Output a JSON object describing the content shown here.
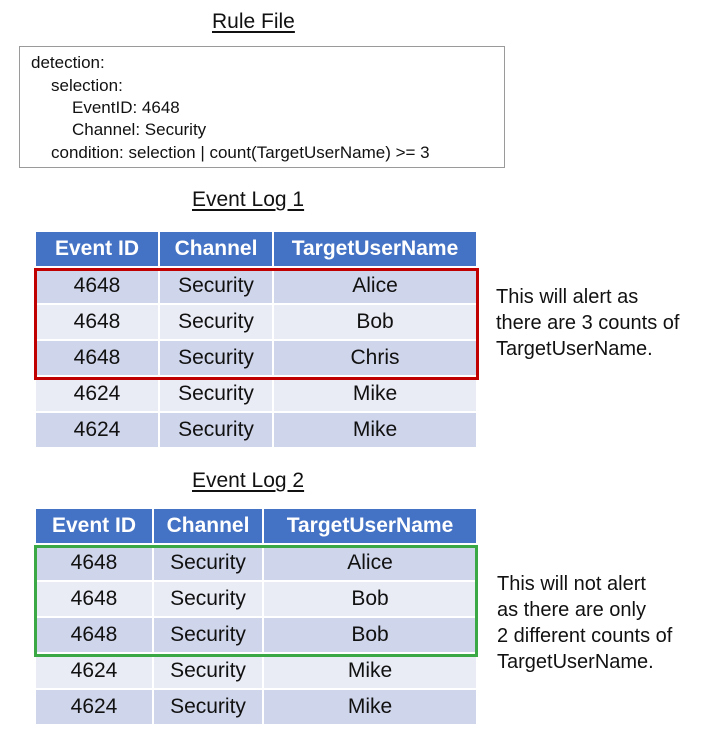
{
  "rule_file": {
    "title": "Rule File",
    "lines": [
      "detection:",
      "selection:",
      "EventID: 4648",
      "Channel: Security",
      "condition: selection | count(TargetUserName) >= 3"
    ]
  },
  "columns": [
    "Event ID",
    "Channel",
    "TargetUserName"
  ],
  "log1": {
    "title": "Event Log 1",
    "rows": [
      [
        "4648",
        "Security",
        "Alice"
      ],
      [
        "4648",
        "Security",
        "Bob"
      ],
      [
        "4648",
        "Security",
        "Chris"
      ],
      [
        "4624",
        "Security",
        "Mike"
      ],
      [
        "4624",
        "Security",
        "Mike"
      ]
    ],
    "note": [
      "This will alert as",
      "there are 3 counts of",
      "TargetUserName."
    ]
  },
  "log2": {
    "title": "Event Log 2",
    "rows": [
      [
        "4648",
        "Security",
        "Alice"
      ],
      [
        "4648",
        "Security",
        "Bob"
      ],
      [
        "4648",
        "Security",
        "Bob"
      ],
      [
        "4624",
        "Security",
        "Mike"
      ],
      [
        "4624",
        "Security",
        "Mike"
      ]
    ],
    "note": [
      "This will not alert",
      "as there are only",
      "2 different counts of",
      "TargetUserName."
    ]
  },
  "colors": {
    "header": "#4472c4",
    "row_odd": "#cfd5ea",
    "row_even": "#e9ebf5",
    "alert_highlight": "#c00000",
    "no_alert_highlight": "#3aa845"
  }
}
